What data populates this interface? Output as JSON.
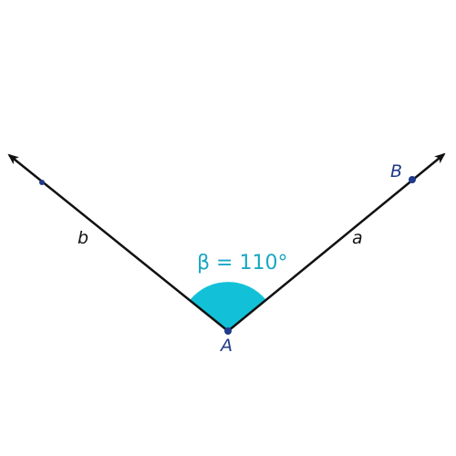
{
  "colors": {
    "line": "#111111",
    "point": "#1f3a8a",
    "angle_fill": "#12c1d8",
    "angle_text": "#1aa7c4"
  },
  "labels": {
    "ray_b": "b",
    "ray_a": "a",
    "point_B": "B",
    "vertex_A": "A",
    "angle": "β = 110°"
  },
  "angle_measure_degrees": 110
}
